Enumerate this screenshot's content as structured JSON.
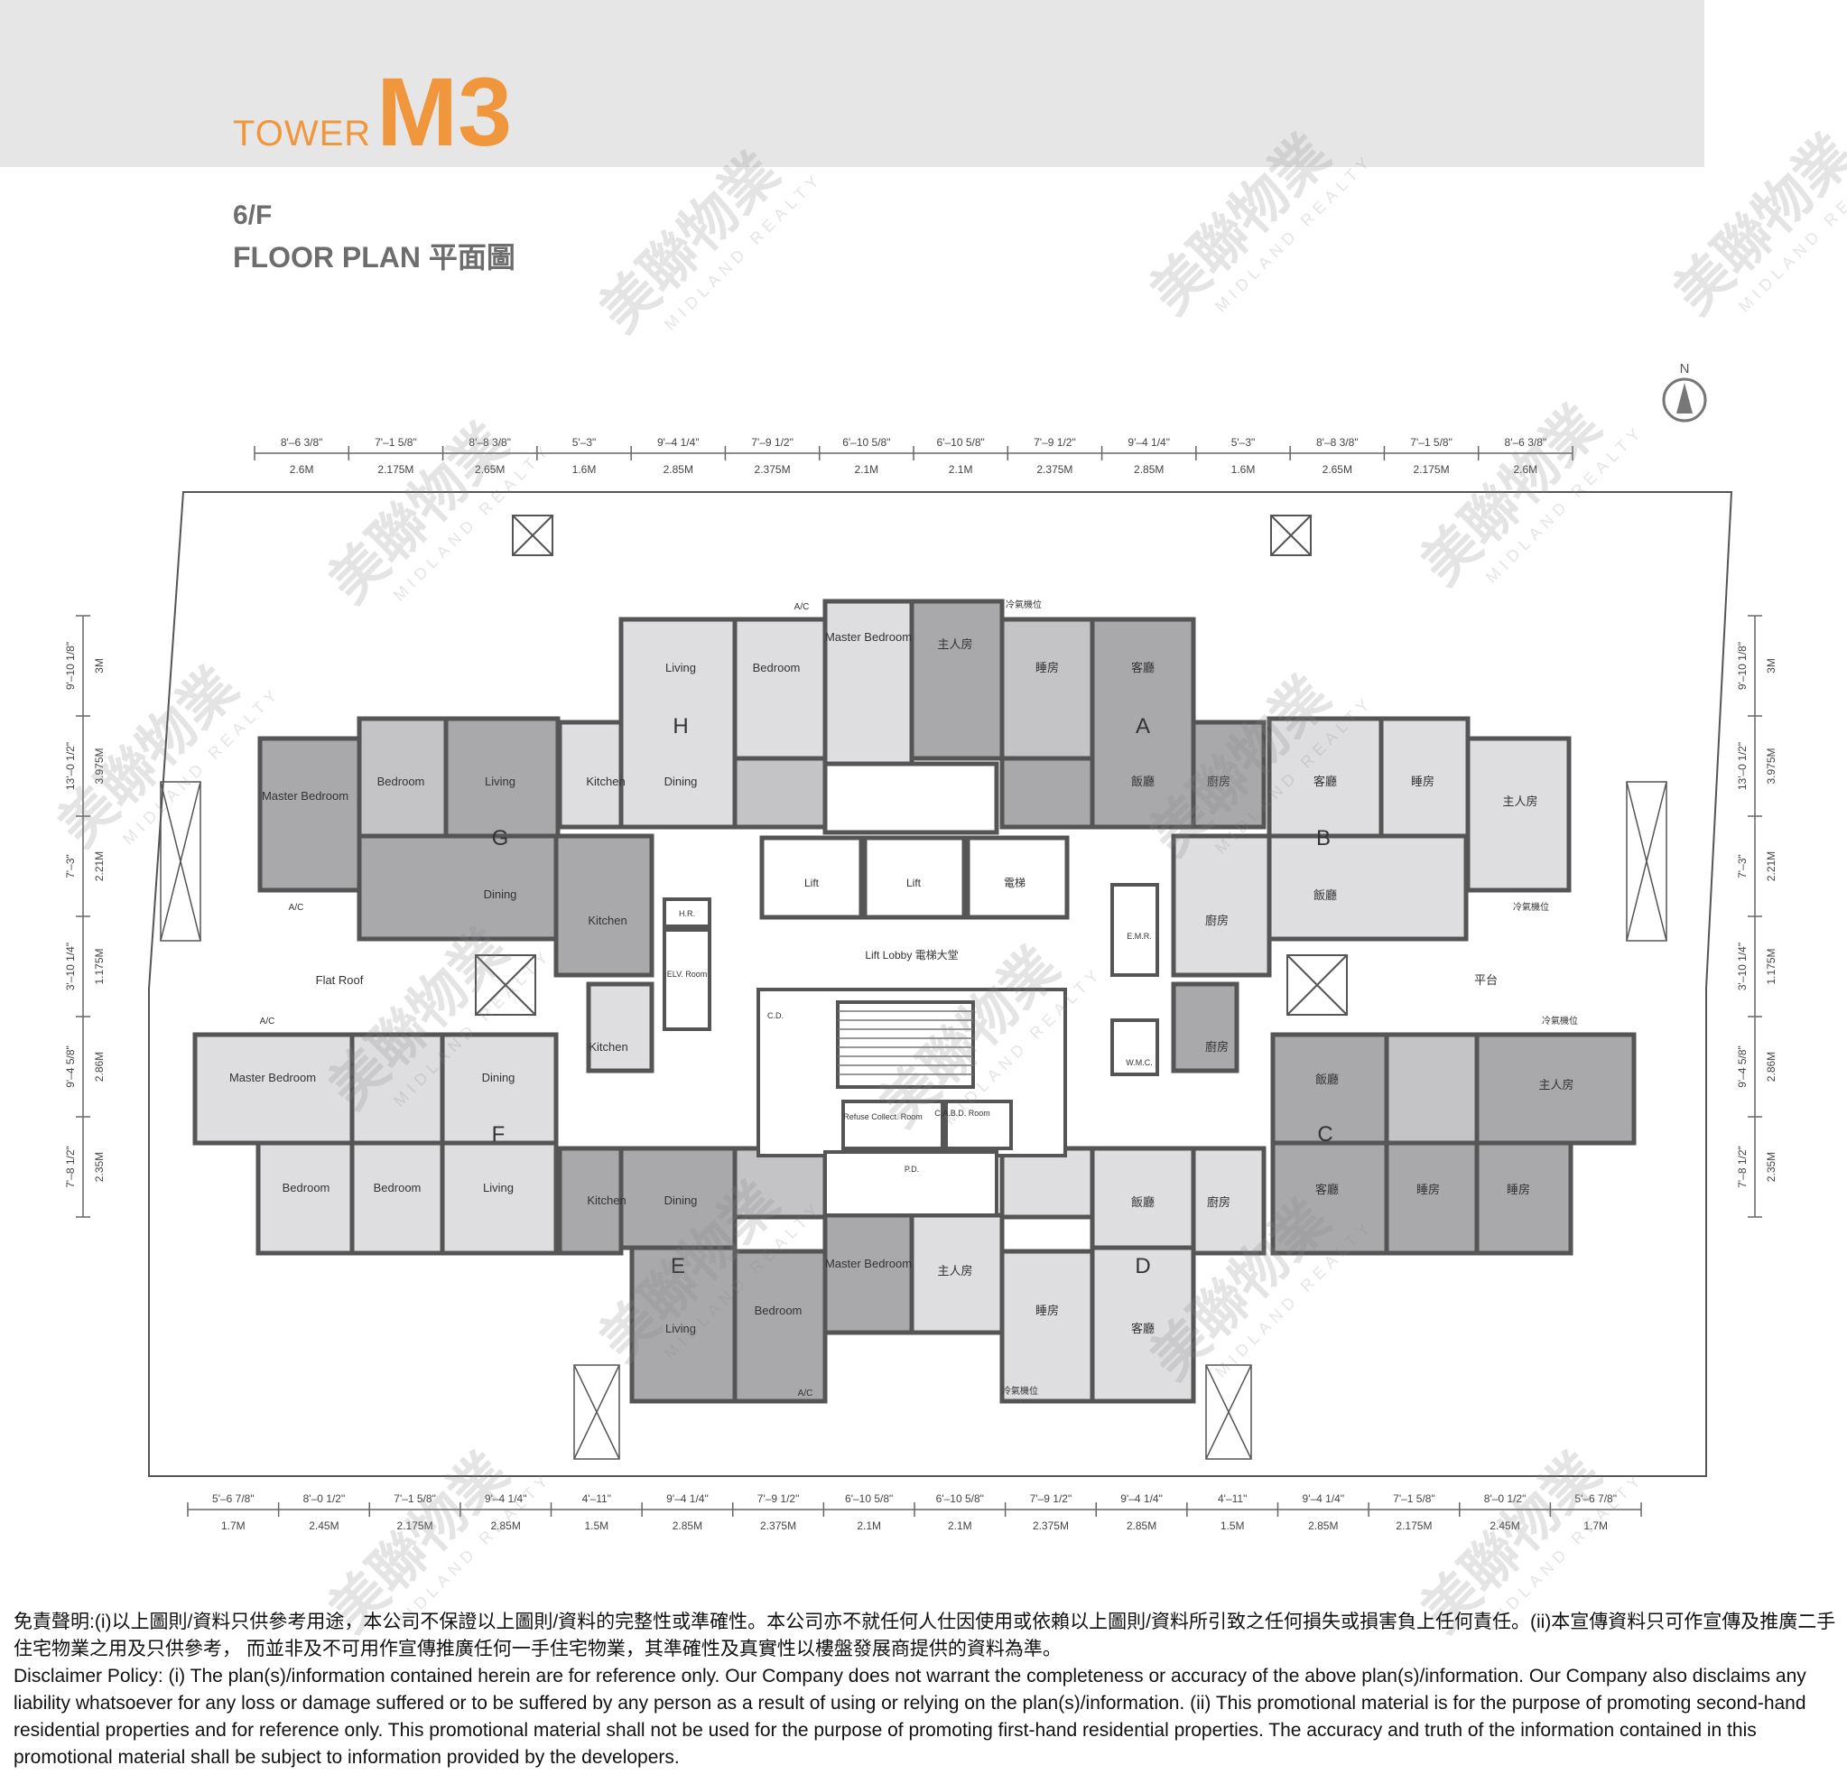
{
  "header": {
    "tower_prefix": "TOWER",
    "tower_name": "M3",
    "floor": "6/F",
    "plan_title": "FLOOR PLAN 平面圖"
  },
  "compass": "N",
  "colors": {
    "accent": "#f0963c",
    "band": "#e6e6e6",
    "dark_room": "#a9a9ab",
    "mid_room": "#c4c4c6",
    "light_room": "#dedee0",
    "wall": "#555557"
  },
  "dims_top": [
    {
      "imp": "8'–6 3/8\"",
      "m": "2.6M"
    },
    {
      "imp": "7'–1 5/8\"",
      "m": "2.175M"
    },
    {
      "imp": "8'–8 3/8\"",
      "m": "2.65M"
    },
    {
      "imp": "5'–3\"",
      "m": "1.6M"
    },
    {
      "imp": "9'–4 1/4\"",
      "m": "2.85M"
    },
    {
      "imp": "7'–9 1/2\"",
      "m": "2.375M"
    },
    {
      "imp": "6'–10 5/8\"",
      "m": "2.1M"
    },
    {
      "imp": "6'–10 5/8\"",
      "m": "2.1M"
    },
    {
      "imp": "7'–9 1/2\"",
      "m": "2.375M"
    },
    {
      "imp": "9'–4 1/4\"",
      "m": "2.85M"
    },
    {
      "imp": "5'–3\"",
      "m": "1.6M"
    },
    {
      "imp": "8'–8 3/8\"",
      "m": "2.65M"
    },
    {
      "imp": "7'–1 5/8\"",
      "m": "2.175M"
    },
    {
      "imp": "8'–6 3/8\"",
      "m": "2.6M"
    }
  ],
  "dims_bottom": [
    {
      "imp": "5'–6 7/8\"",
      "m": "1.7M"
    },
    {
      "imp": "8'–0 1/2\"",
      "m": "2.45M"
    },
    {
      "imp": "7'–1 5/8\"",
      "m": "2.175M"
    },
    {
      "imp": "9'–4 1/4\"",
      "m": "2.85M"
    },
    {
      "imp": "4'–11\"",
      "m": "1.5M"
    },
    {
      "imp": "9'–4 1/4\"",
      "m": "2.85M"
    },
    {
      "imp": "7'–9 1/2\"",
      "m": "2.375M"
    },
    {
      "imp": "6'–10 5/8\"",
      "m": "2.1M"
    },
    {
      "imp": "6'–10 5/8\"",
      "m": "2.1M"
    },
    {
      "imp": "7'–9 1/2\"",
      "m": "2.375M"
    },
    {
      "imp": "9'–4 1/4\"",
      "m": "2.85M"
    },
    {
      "imp": "4'–11\"",
      "m": "1.5M"
    },
    {
      "imp": "9'–4 1/4\"",
      "m": "2.85M"
    },
    {
      "imp": "7'–1 5/8\"",
      "m": "2.175M"
    },
    {
      "imp": "8'–0 1/2\"",
      "m": "2.45M"
    },
    {
      "imp": "5'–6 7/8\"",
      "m": "1.7M"
    }
  ],
  "dims_side": [
    {
      "imp": "9'–10 1/8\"",
      "m": "3M"
    },
    {
      "imp": "13'–0 1/2\"",
      "m": "3.975M"
    },
    {
      "imp": "7'–3\"",
      "m": "2.21M"
    },
    {
      "imp": "3'–10 1/4\"",
      "m": "1.175M"
    },
    {
      "imp": "9'–4 5/8\"",
      "m": "2.86M"
    },
    {
      "imp": "7'–8 1/2\"",
      "m": "2.35M"
    }
  ],
  "units": [
    "A",
    "B",
    "C",
    "D",
    "E",
    "F",
    "G",
    "H"
  ],
  "rooms": {
    "master_bedroom": "Master Bedroom",
    "bedroom": "Bedroom",
    "living": "Living",
    "dining": "Dining",
    "kitchen": "Kitchen",
    "master_bedroom_cn": "主人房",
    "bedroom_cn": "睡房",
    "living_cn": "客廳",
    "dining_cn": "飯廳",
    "kitchen_cn": "廚房",
    "ac": "A/C",
    "ac_cn": "冷氣機位",
    "flat_roof": "Flat Roof",
    "flat_roof_cn": "平台"
  },
  "core": {
    "lift": "Lift",
    "lift_cn": "電梯",
    "lobby": "Lift Lobby 電梯大堂",
    "hr": "H.R.",
    "elv_room": "ELV. Room",
    "emr": "E.M.R.",
    "wmc": "W.M.C.",
    "cd": "C.D.",
    "refuse": "Refuse Collect. Room",
    "cabd": "C.A.B.D. Room",
    "pd": "P.D."
  },
  "watermark": {
    "cn": "美聯物業",
    "en": "MIDLAND REALTY"
  },
  "disclaimer": {
    "cn": "免責聲明:(i)以上圖則/資料只供參考用途，本公司不保證以上圖則/資料的完整性或準確性。本公司亦不就任何人仕因使用或依賴以上圖則/資料所引致之任何損失或損害負上任何責任。(ii)本宣傳資料只可作宣傳及推廣二手住宅物業之用及只供參考， 而並非及不可用作宣傳推廣任何一手住宅物業，其準確性及真實性以樓盤發展商提供的資料為準。",
    "en": "Disclaimer Policy: (i) The plan(s)/information contained herein are for reference only. Our Company does not warrant the completeness or accuracy of the above plan(s)/information. Our Company also disclaims any liability whatsoever for any loss or damage suffered or to be suffered by any person as a result of using or relying on the plan(s)/information. (ii) This promotional material is for the purpose of promoting second-hand residential properties and for reference only. This promotional material shall not be used for the purpose of promoting first-hand residential properties. The accuracy and truth of the information contained in this promotional material shall be subject to information provided by the developers."
  }
}
